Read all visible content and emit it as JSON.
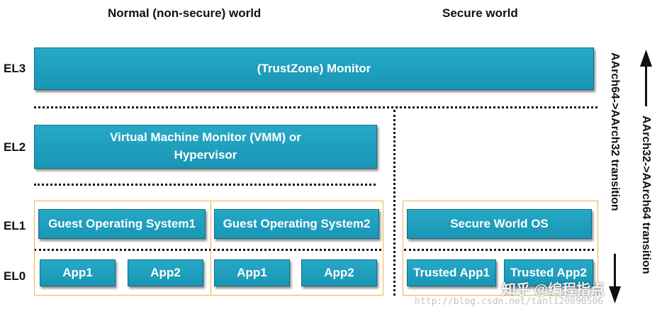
{
  "headers": {
    "normal_world": "Normal (non-secure) world",
    "secure_world": "Secure world"
  },
  "levels": {
    "el3": "EL3",
    "el2": "EL2",
    "el1": "EL1",
    "el0": "EL0"
  },
  "boxes": {
    "monitor": "(TrustZone) Monitor",
    "vmm_line1": "Virtual Machine Monitor (VMM) or",
    "vmm_line2": "Hypervisor",
    "guest_os1": "Guest Operating System1",
    "guest_os2": "Guest Operating System2",
    "secure_os": "Secure World OS",
    "app1_a": "App1",
    "app2_a": "App2",
    "app1_b": "App1",
    "app2_b": "App2",
    "trusted_app1": "Trusted App1",
    "trusted_app2": "Trusted App2"
  },
  "transitions": {
    "aarch64_to_32": "AArch64->AArch32 transition",
    "aarch32_to_64": "AArch32->AArch64 transition"
  },
  "watermark": {
    "text": "知乎 @编程指点",
    "url": "http://blog.csdn.net/tanli20090506"
  },
  "colors": {
    "box_fill": "#1d9dbd",
    "frame": "#f0b34c"
  }
}
